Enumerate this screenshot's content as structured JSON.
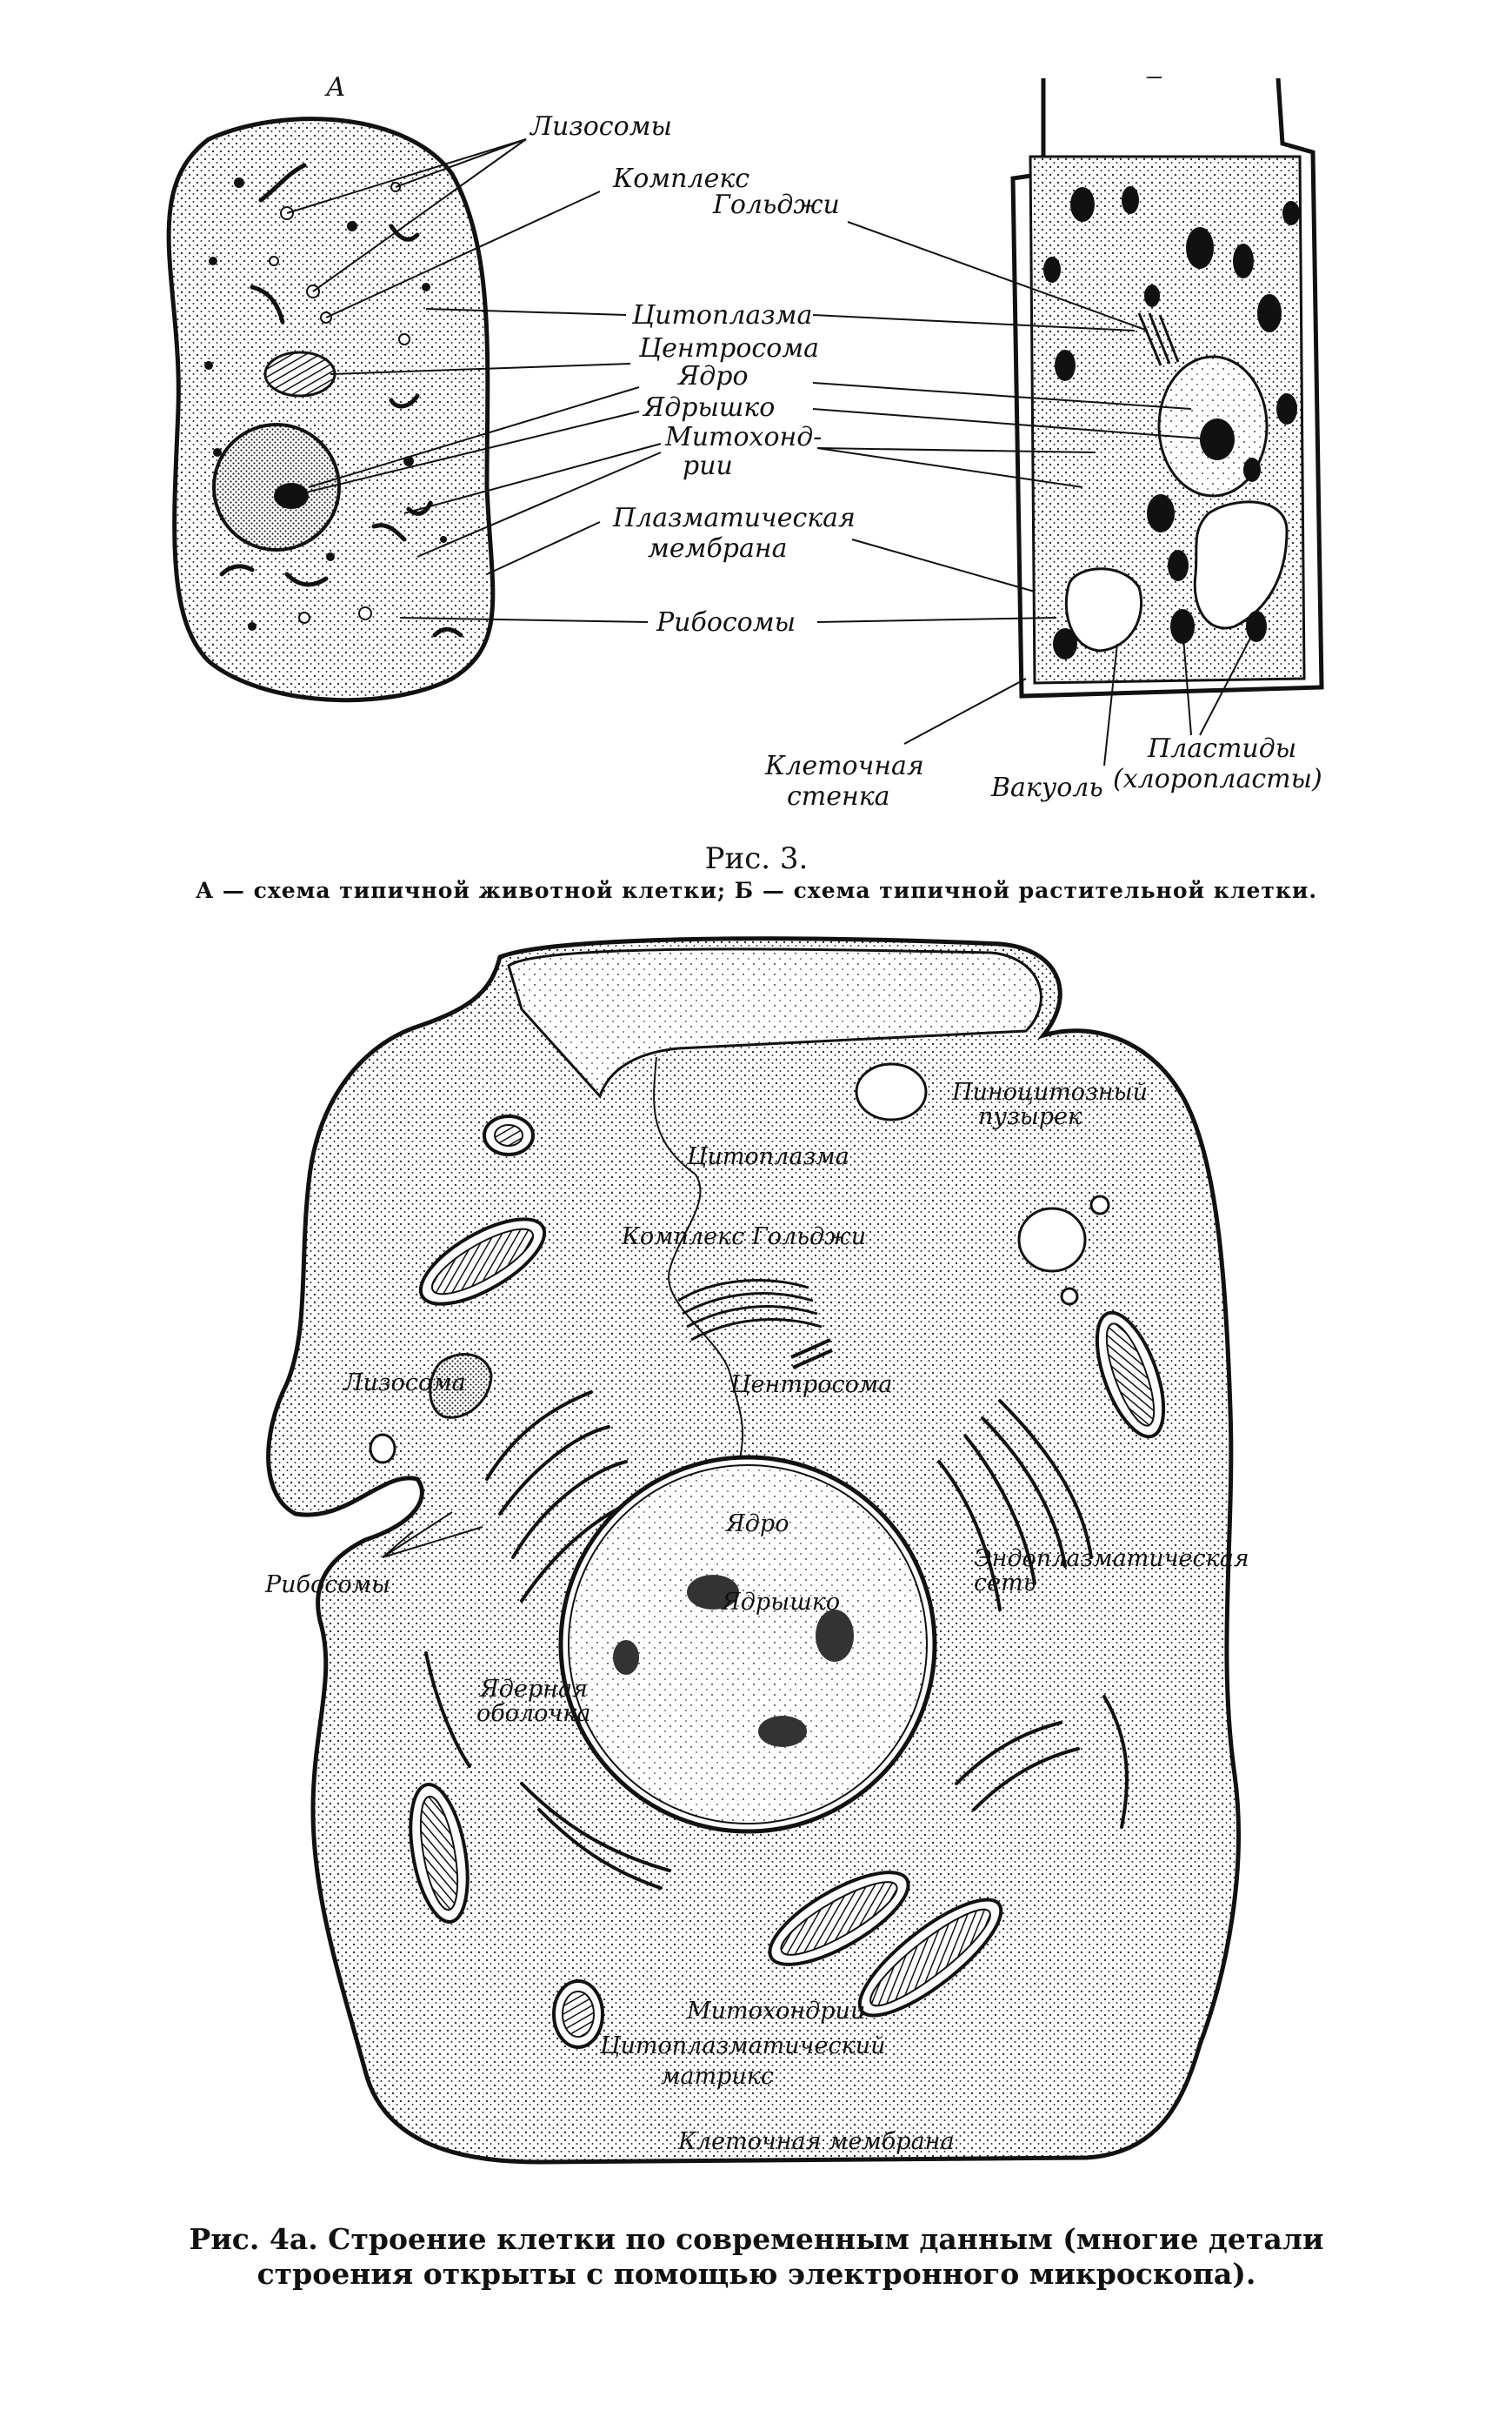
{
  "figure3": {
    "panel_a_letter": "А",
    "panel_b_letter": "Б",
    "labels": {
      "lysosomes": "Лизосомы",
      "golgi_line1": "Комплекс",
      "golgi_line2": "Гольджи",
      "cytoplasm": "Цитоплазма",
      "centrosome": "Центросома",
      "nucleus": "Ядро",
      "nucleolus": "Ядрышко",
      "mito_line1": "Митохонд-",
      "mito_line2": "рии",
      "plasma_line1": "Плазматическая",
      "plasma_line2": "мембрана",
      "ribosomes": "Рибосомы",
      "cellwall_line1": "Клеточная",
      "cellwall_line2": "стенка",
      "vacuole": "Вакуоль",
      "plastids_line1": "Пластиды",
      "plastids_line2": "(хлоропласты)"
    },
    "caption_title": "Рис. 3.",
    "caption_sub": "А — схема типичной животной клетки; Б — схема типичной растительной клетки."
  },
  "figure4a": {
    "labels": {
      "pinocytic_line1": "Пиноцитозный",
      "pinocytic_line2": "пузырек",
      "cytoplasm": "Цитоплазма",
      "golgi": "Комплекс Гольджи",
      "lysosome": "Лизосома",
      "centrosome": "Центросома",
      "nucleus": "Ядро",
      "ribosomes": "Рибосомы",
      "er_line1": "Эндоплазматическая",
      "er_line2": "сеть",
      "nucleolus": "Ядрышко",
      "envelope_line1": "Ядерная",
      "envelope_line2": "оболочка",
      "mitochondria": "Митохондрии",
      "matrix_line1": "Цитоплазматический",
      "matrix_line2": "матрикс",
      "membrane": "Клеточная мембрана"
    },
    "caption_line1": "Рис. 4а. Строение клетки по современным данным (многие детали",
    "caption_line2": "строения открыты с помощью электронного микроскопа)."
  },
  "colors": {
    "ink": "#111111",
    "paper": "#ffffff",
    "stipple": "#3a3a3a"
  }
}
